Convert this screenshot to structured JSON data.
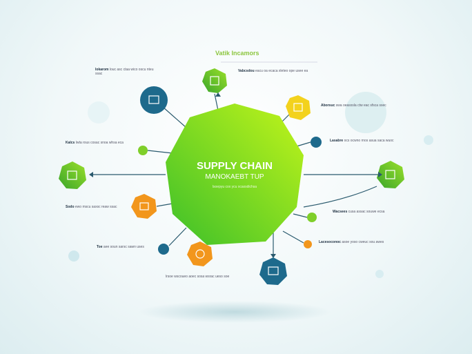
{
  "center": {
    "title": "SUPPLY CHAIN",
    "subtitle": "MANOKAEBT TUP",
    "caption": "lsoepyu cox ycu xcaxsdichsa"
  },
  "header": "Vatik Incamors",
  "blocks": [
    {
      "title": "Iokarom",
      "body": "louc asc ctaa wico oscu nteu ssac"
    },
    {
      "title": "Vabcsdou",
      "body": "eacu oa ecaca xleteo ope usee ea"
    },
    {
      "title": "Aborsuc",
      "body": "swa oeasxsla ctw eac sfsca ssec"
    },
    {
      "title": "Lasabre",
      "body": "ocs ocwno rnos asua saca wuoc"
    },
    {
      "title": "Kalcs",
      "body": "lwta rous cosac snoa whsa eca"
    },
    {
      "title": "Sodo",
      "body": "ewo mscu saxsc reaw ssac"
    },
    {
      "title": "Toe",
      "body": "aee soun sarsc sawn uses"
    },
    {
      "title": "Lacesoconoc",
      "body": "asoe yoso cweuc sou awes"
    },
    {
      "title": "Wacsees",
      "body": "cusa assac souwe ecsa"
    },
    {
      "title": "",
      "body": "lrsoe wscoueo aoec sosa wsrac ueso soe"
    }
  ],
  "colors": {
    "green": "#6cd12a",
    "lime": "#b6f01e",
    "blue": "#1e6a8c",
    "orange": "#f2961c",
    "yellow": "#f3d21d"
  }
}
